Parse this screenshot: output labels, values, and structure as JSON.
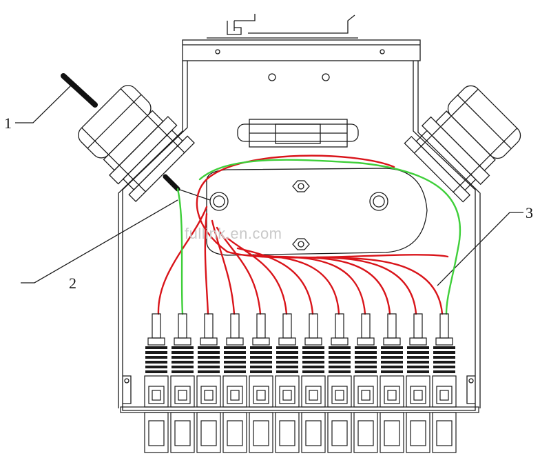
{
  "callouts": {
    "one": "1",
    "two": "2",
    "three": "3"
  },
  "watermark": "fullink.en.com",
  "adapter_count": 12,
  "colors": {
    "outline": "#1a1a1a",
    "fiber_red": "#d9141a",
    "fiber_green": "#3fcf3a",
    "watermark": "#c9c9c9"
  }
}
